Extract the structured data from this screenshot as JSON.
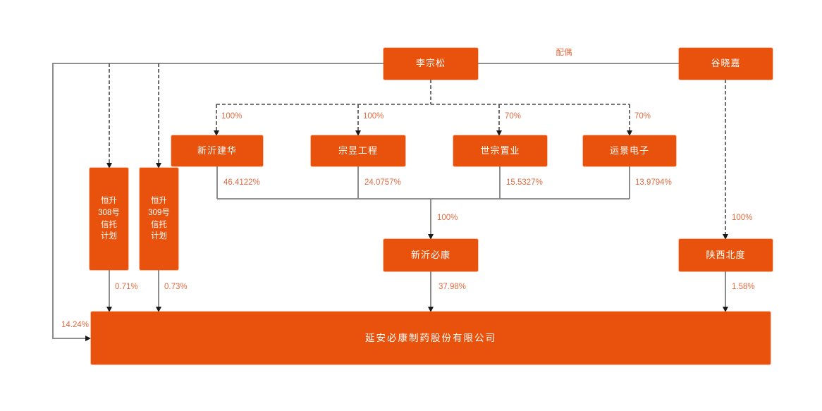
{
  "diagram": {
    "title_hint": "equity-structure-chart",
    "colors": {
      "node_fill": "#e8520c",
      "node_text": "#ffffff",
      "edge_label": "#e26b40",
      "solid_line": "#808080",
      "dashed_line": "#4a4a4a",
      "arrowhead": "#1a1a1a",
      "background": "#ffffff"
    },
    "nodes": {
      "li_zongsong": {
        "label": "李宗松"
      },
      "gu_xiaojia": {
        "label": "谷晓嘉"
      },
      "xinyi_jianhua": {
        "label": "新沂建华"
      },
      "zongyu_gongcheng": {
        "label": "宗昱工程"
      },
      "shizong_zhiye": {
        "label": "世宗置业"
      },
      "yunjing_dianzi": {
        "label": "运景电子"
      },
      "trust_308": {
        "label": "恒升\n308号\n信托\n计划"
      },
      "trust_309": {
        "label": "恒升\n309号\n信托\n计划"
      },
      "xinyi_bikang": {
        "label": "新沂必康"
      },
      "shaanxi_beidu": {
        "label": "陕西北度"
      },
      "yanan_bikang": {
        "label": "延安必康制药股份有限公司"
      }
    },
    "edge_labels": {
      "spouse": "配偶",
      "jianhua_ctrl_pct": "100%",
      "zongyu_ctrl_pct": "100%",
      "shizong_ctrl_pct": "70%",
      "yunjing_ctrl_pct": "70%",
      "jianhua_hold_pct": "46.4122%",
      "zongyu_hold_pct": "24.0757%",
      "shizong_hold_pct": "15.5327%",
      "yunjing_hold_pct": "13.9794%",
      "bikang_own_pct": "100%",
      "beidu_own_pct": "100%",
      "trust308_hold_pct": "0.71%",
      "trust309_hold_pct": "0.73%",
      "bikang_hold_pct": "37.98%",
      "beidu_hold_pct": "1.58%",
      "direct_hold_pct": "14.24%"
    }
  }
}
